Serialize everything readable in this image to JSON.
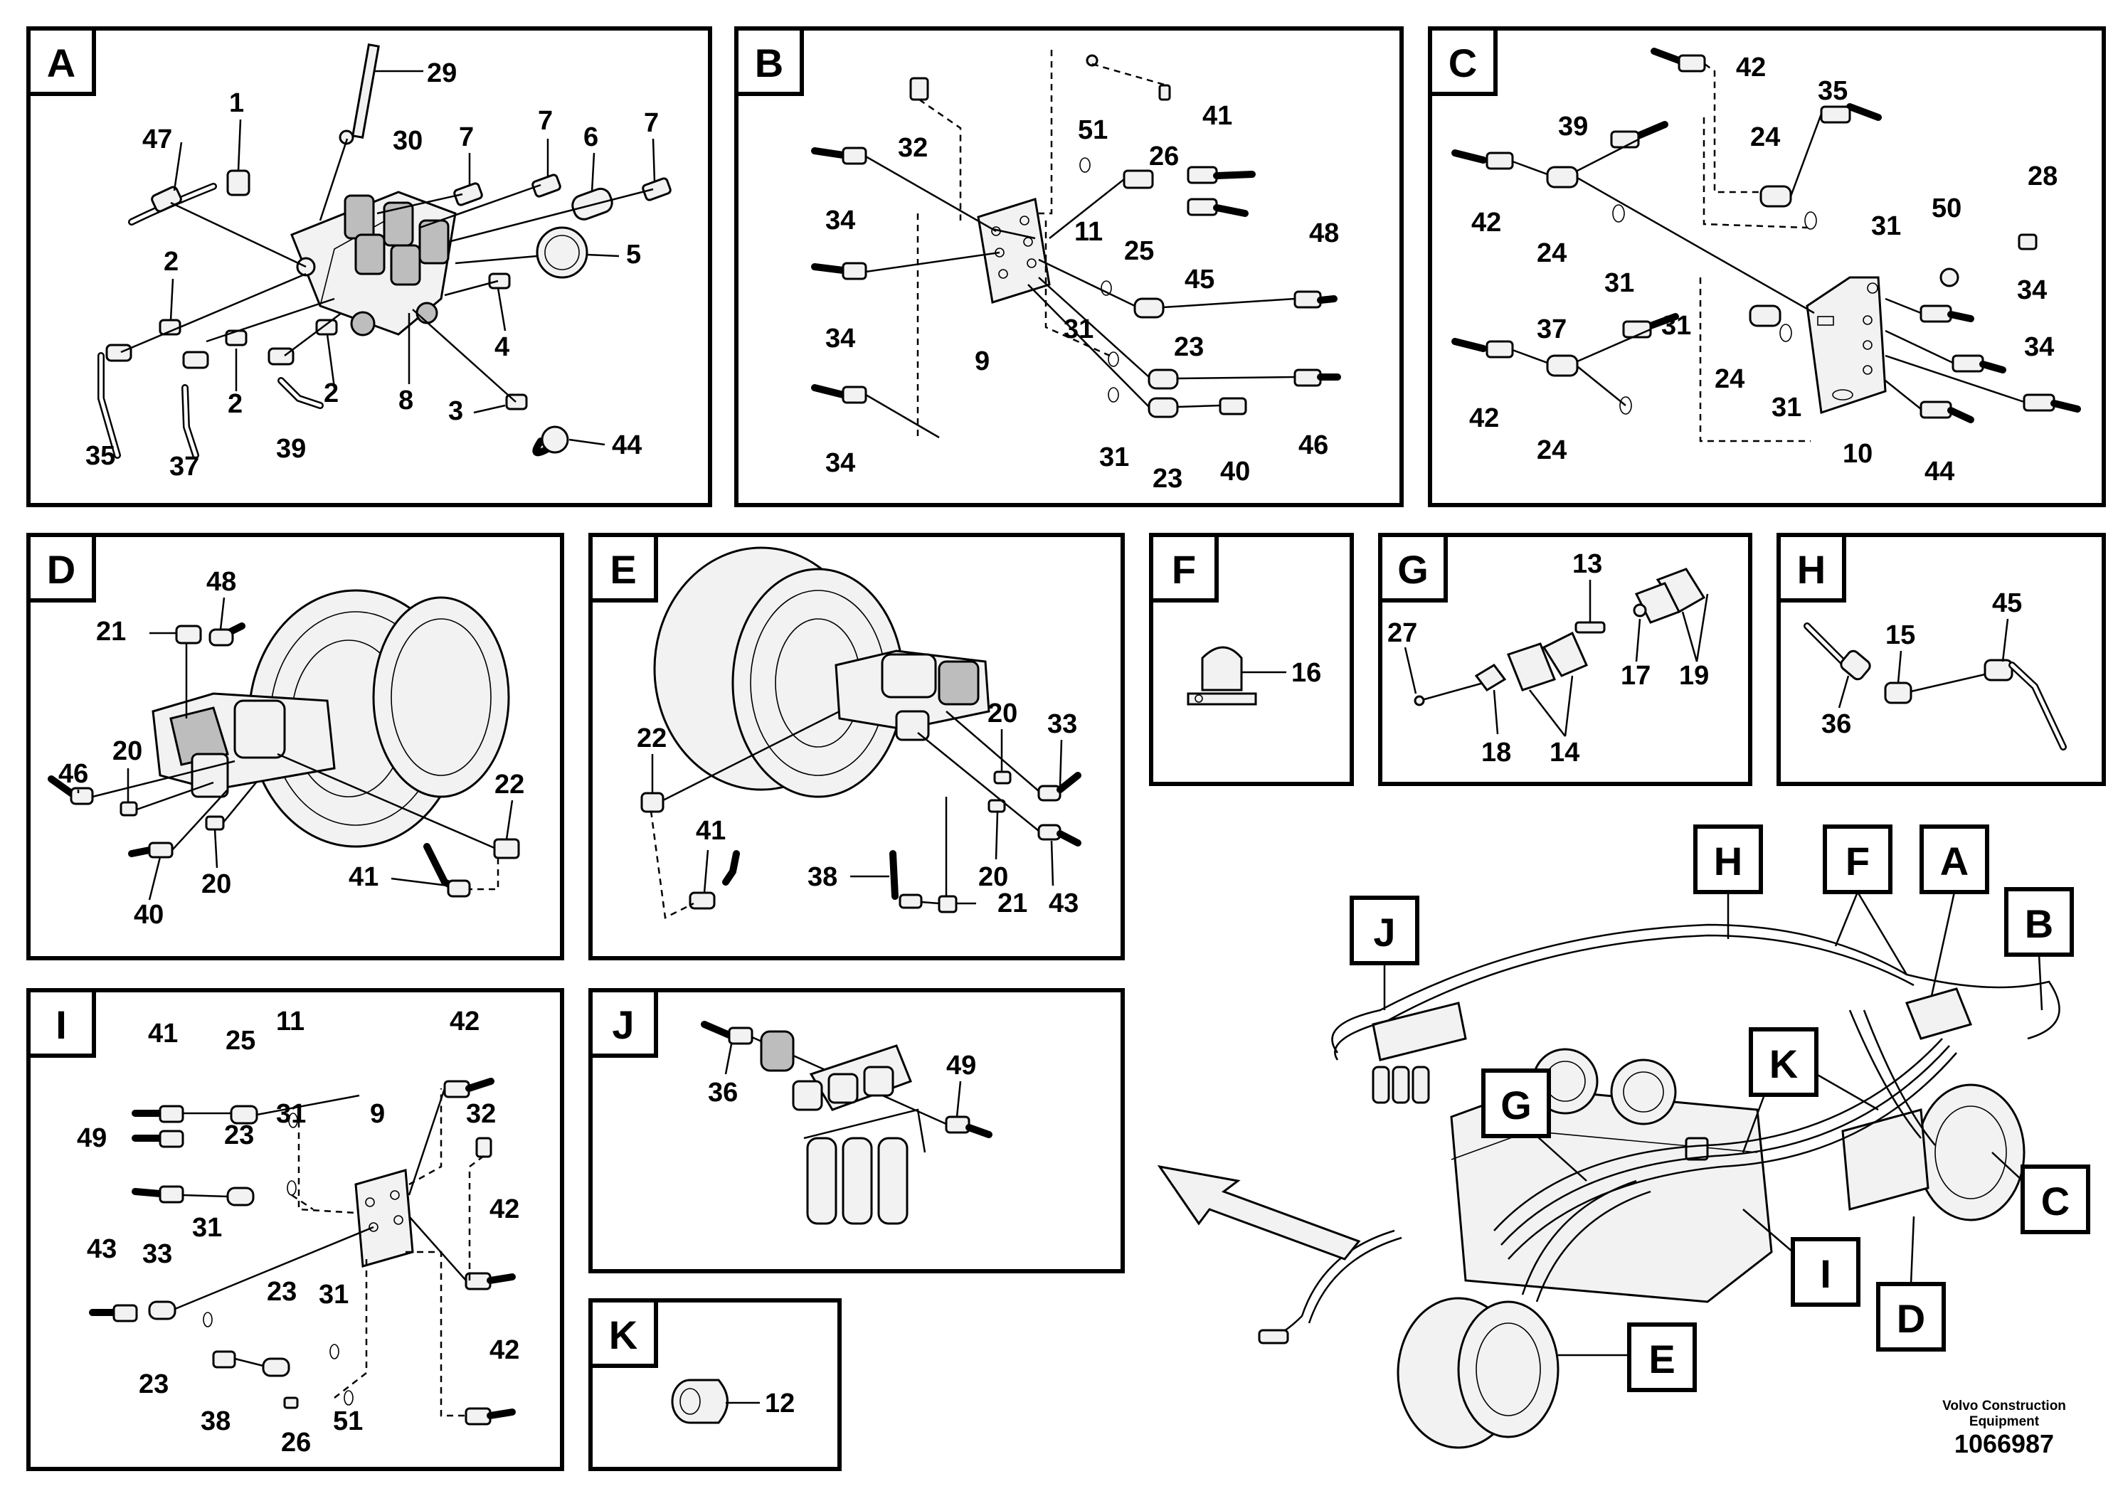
{
  "panels": {
    "A": {
      "tag": "A",
      "labels": [
        "29",
        "30",
        "47",
        "1",
        "7",
        "7",
        "6",
        "7",
        "5",
        "2",
        "2",
        "2",
        "4",
        "8",
        "3",
        "35",
        "37",
        "39",
        "44"
      ]
    },
    "B": {
      "tag": "B",
      "labels": [
        "32",
        "51",
        "26",
        "41",
        "34",
        "11",
        "25",
        "45",
        "48",
        "34",
        "9",
        "31",
        "23",
        "34",
        "31",
        "23",
        "40",
        "46"
      ]
    },
    "C": {
      "tag": "C",
      "labels": [
        "42",
        "35",
        "39",
        "24",
        "28",
        "42",
        "24",
        "31",
        "31",
        "50",
        "34",
        "37",
        "24",
        "31",
        "34",
        "42",
        "24",
        "31",
        "10",
        "44"
      ]
    },
    "D": {
      "tag": "D",
      "labels": [
        "48",
        "21",
        "46",
        "20",
        "40",
        "20",
        "22",
        "41"
      ]
    },
    "E": {
      "tag": "E",
      "labels": [
        "22",
        "20",
        "33",
        "41",
        "38",
        "20",
        "21",
        "43"
      ]
    },
    "F": {
      "tag": "F",
      "labels": [
        "16"
      ]
    },
    "G": {
      "tag": "G",
      "labels": [
        "13",
        "27",
        "17",
        "19",
        "18",
        "14"
      ]
    },
    "H": {
      "tag": "H",
      "labels": [
        "45",
        "15",
        "36"
      ]
    },
    "I": {
      "tag": "I",
      "labels": [
        "41",
        "25",
        "11",
        "42",
        "49",
        "23",
        "31",
        "9",
        "32",
        "33",
        "42",
        "31",
        "43",
        "23",
        "31",
        "42",
        "23",
        "38",
        "26",
        "51"
      ]
    },
    "J": {
      "tag": "J",
      "labels": [
        "36",
        "49"
      ]
    },
    "K": {
      "tag": "K",
      "labels": [
        "12"
      ]
    }
  },
  "overview_tags": [
    "J",
    "H",
    "F",
    "A",
    "B",
    "K",
    "G",
    "C",
    "I",
    "D",
    "E"
  ],
  "footer": {
    "company_line1": "Volvo Construction",
    "company_line2": "Equipment",
    "doc_number": "1066987"
  }
}
